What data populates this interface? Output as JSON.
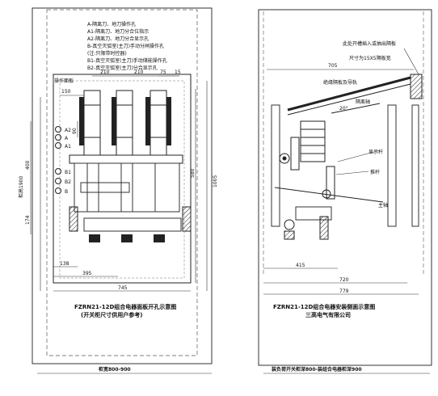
{
  "left": {
    "legend": [
      "A-隔离刀、地刀操作孔",
      "A1-隔离刀、地刀分合位指示",
      "A2-隔离刀、地刀分合显示孔",
      "B-真空灭弧室(主刀)手动分闸操作孔",
      "(注:只限带时控器)",
      "B1-真空灭弧室(主刀)手动储能操作孔",
      "B2-真空灭弧室(主刀)分合显示孔"
    ],
    "panel_label": "操作面板",
    "dims": {
      "d210a": "210",
      "d210b": "210",
      "d75": "75",
      "d15": "15",
      "d150": "150",
      "d90": "90",
      "d400": "400",
      "d174": "174",
      "d580": "580",
      "d1005": "1005",
      "d138": "138",
      "d395": "395",
      "d745": "745",
      "cabinet_depth": "柜高1900"
    },
    "markers": {
      "A2": "A2",
      "A": "A",
      "A1": "A1",
      "B1": "B1",
      "B2": "B2",
      "B": "B"
    },
    "caption_line1": "FZRN21-12D组合电器面板开孔示意图",
    "caption_line2": "(开关柜尺寸供用户参考)",
    "bottom_label": "柜宽800-900"
  },
  "right": {
    "note_line1": "此处开槽插入或抽出隔板",
    "note_line2": "尺寸为15X5隔板宽",
    "dims": {
      "d705": "705",
      "d415": "415",
      "d720": "720",
      "d779": "779",
      "angle": "20°"
    },
    "labels": {
      "insulation": "绝缘隔板及导轨",
      "partition_shaft": "隔离轴",
      "indicator": "显示杆",
      "lever": "推杆",
      "main_shaft": "主轴"
    },
    "caption_line1": "FZRN21-12D组合电器安装侧面示意图",
    "caption_line2": "三高电气有限公司",
    "bottom_label": "装负荷开关柜深800-装组合电器柜深900"
  }
}
